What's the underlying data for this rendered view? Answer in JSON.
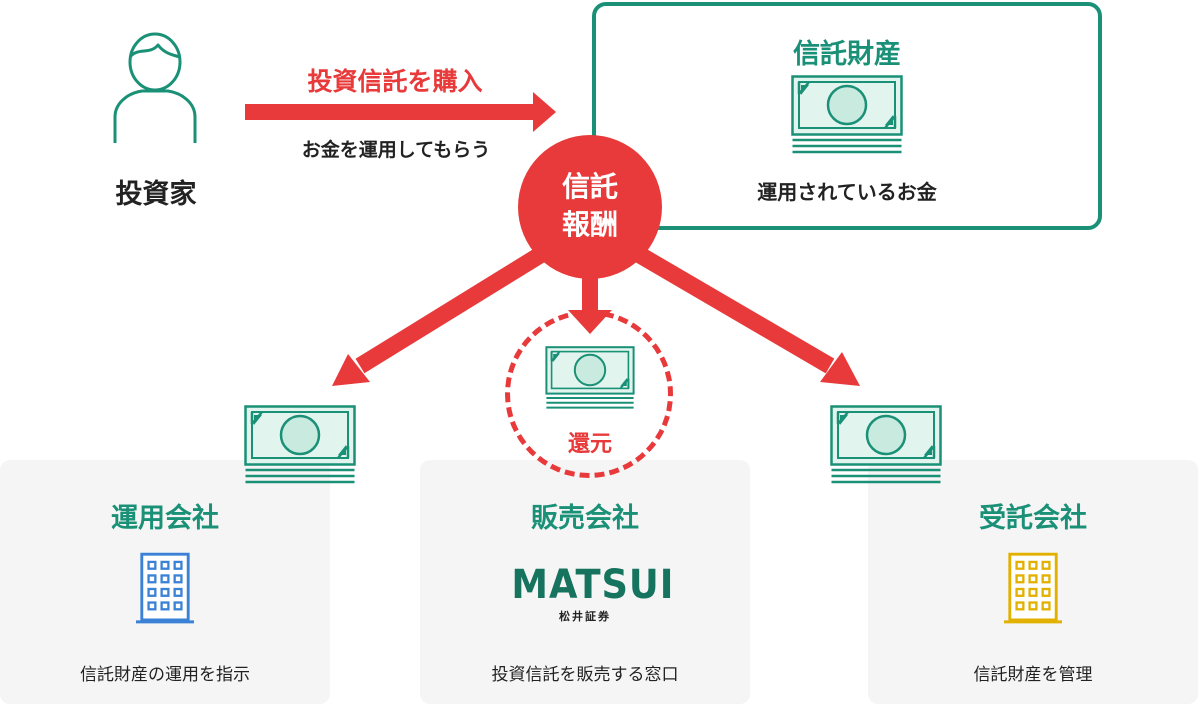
{
  "investor": {
    "label": "投資家",
    "icon": "person-icon"
  },
  "purchase_arrow": {
    "label": "投資信託を購入",
    "sublabel": "お金を運用してもらう"
  },
  "trust_property": {
    "title": "信託財産",
    "description": "運用されているお金",
    "icon": "money-icon"
  },
  "trust_fee": {
    "line1": "信託",
    "line2": "報酬"
  },
  "rebate": {
    "label": "還元",
    "icon": "money-icon"
  },
  "companies": [
    {
      "title": "運用会社",
      "description": "信託財産の運用を指示",
      "icon": "building-icon",
      "icon_color": "#3b82d6"
    },
    {
      "title": "販売会社",
      "description": "投資信託を販売する窓口",
      "logo_text": "MATSUI",
      "logo_subtext": "松井証券"
    },
    {
      "title": "受託会社",
      "description": "信託財産を管理",
      "icon": "building-icon",
      "icon_color": "#e2b100"
    }
  ],
  "colors": {
    "teal": "#1a9177",
    "red": "#e83a3a",
    "money_fill": "#d9f2eb",
    "money_stroke": "#1a9177"
  }
}
